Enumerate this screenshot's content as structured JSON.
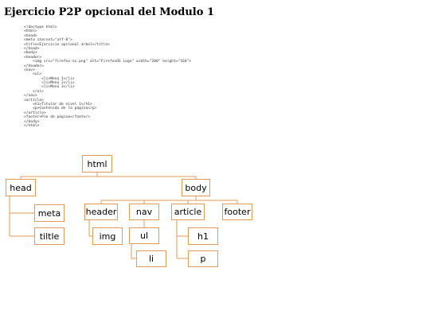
{
  "title": "Ejercicio P2P opcional del Modulo 1",
  "code_lines": [
    "<!doctype html>",
    "<html>",
    "<head>",
    "<meta charset=\"utf-8\">",
    "<title>Ejercicio opcional árbol</title>",
    "</head>",
    "<body>",
    "<header>",
    "    <img src=\"firefox-os.png\" alt=\"FirefoxOS Logo\" width=\"200\" height=\"164\">",
    "</header>",
    "<nav>",
    "    <ul>",
    "        <li>Menú 1</li>",
    "        <li>Menú 2</li>",
    "        <li>Menú 3</li>",
    "    </ul>",
    "</nav>",
    "<article>",
    "    <h1>Titular de nivel 1</h1>",
    "    <p>Contenido de la página</p>",
    "</article>",
    "<footer>Pie de página</footer>",
    "</body>",
    "</html>"
  ],
  "tree": {
    "html": "html",
    "head": "head",
    "body": "body",
    "meta": "meta",
    "tiltle": "tiltle",
    "header": "header",
    "nav": "nav",
    "article": "article",
    "footer": "footer",
    "img": "img",
    "ul": "ul",
    "li": "li",
    "h1": "h1",
    "p": "p"
  },
  "colors": {
    "node_border": "#e39a56",
    "connector": "#e39a56"
  }
}
